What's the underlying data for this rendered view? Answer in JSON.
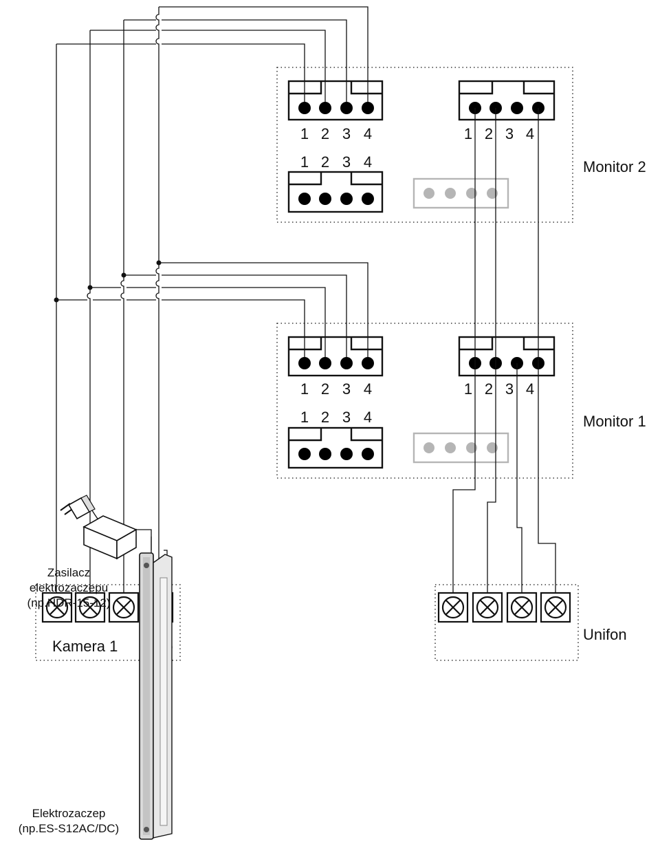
{
  "monitor2": {
    "label": "Monitor 2",
    "top_left_connector": {
      "pins": [
        "1",
        "2",
        "3",
        "4"
      ]
    },
    "top_right_connector": {
      "pins": [
        "1",
        "2",
        "3",
        "4"
      ]
    },
    "bottom_left_connector": {
      "pins": [
        "1",
        "2",
        "3",
        "4"
      ]
    }
  },
  "monitor1": {
    "label": "Monitor 1",
    "top_left_connector": {
      "pins": [
        "1",
        "2",
        "3",
        "4"
      ]
    },
    "top_right_connector": {
      "pins": [
        "1",
        "2",
        "3",
        "4"
      ]
    },
    "bottom_left_connector": {
      "pins": [
        "1",
        "2",
        "3",
        "4"
      ]
    }
  },
  "camera": {
    "label": "Kamera 1"
  },
  "handset": {
    "label": "Unifon"
  },
  "power_supply": {
    "label_lines": [
      "Zasilacz",
      "elektrozaczepu",
      "(np.HDR-15-12)"
    ]
  },
  "door_strike": {
    "label_lines": [
      "Elektrozaczep",
      "(np.ES-S12AC/DC)"
    ]
  },
  "colors": {
    "line": "#111111",
    "inactive_connector": "#b5b5b5"
  }
}
